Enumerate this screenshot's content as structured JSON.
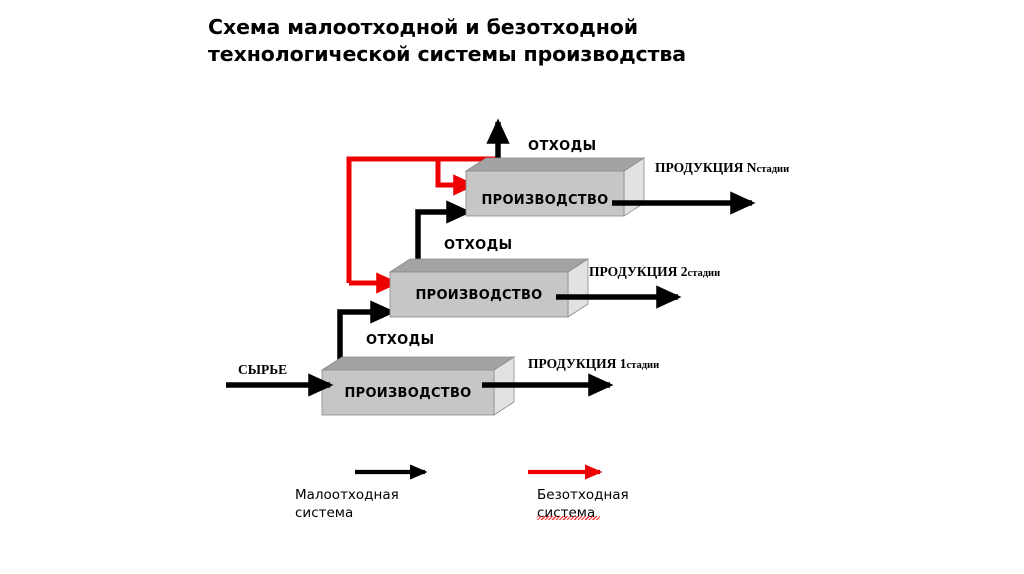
{
  "slide": {
    "title": "Схема малоотходной и безотходной технологической системы производства",
    "background_color": "#ffffff"
  },
  "colors": {
    "black": "#000000",
    "red": "#ee0000",
    "box_front": "#c6c6c6",
    "box_top": "#a3a3a3",
    "box_side": "#e2e2e2",
    "box_outline": "#8a8a8a"
  },
  "stages": [
    {
      "id": "stage-1",
      "box_label": "ПРОИЗВОДСТВО",
      "input_label": "СЫРЬЕ",
      "waste_label": "ОТХОДЫ",
      "product_label_main": "ПРОДУКЦИЯ 1",
      "product_label_suffix": "стадии"
    },
    {
      "id": "stage-2",
      "box_label": "ПРОИЗВОДСТВО",
      "waste_label": "ОТХОДЫ",
      "product_label_main": "ПРОДУКЦИЯ 2",
      "product_label_suffix": "стадии"
    },
    {
      "id": "stage-n",
      "box_label": "ПРОИЗВОДСТВО",
      "waste_label": "ОТХОДЫ",
      "product_label_main": "ПРОДУКЦИЯ  N",
      "product_label_suffix": "стадии"
    }
  ],
  "legend": {
    "items": [
      {
        "id": "legend-low-waste",
        "arrow_color": "#000000",
        "label": "Малоотходная\nсистема",
        "misspelled": false
      },
      {
        "id": "legend-waste-free",
        "arrow_color": "#ee0000",
        "label": "Безотходная\nсистема",
        "misspelled": true
      }
    ]
  }
}
